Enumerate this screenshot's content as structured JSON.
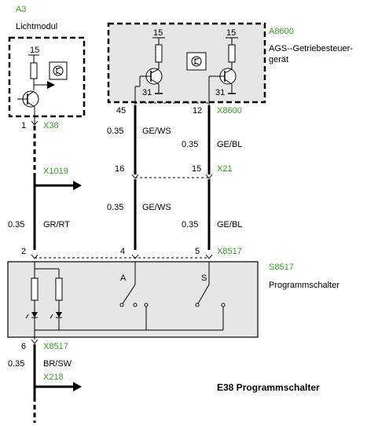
{
  "components": {
    "a3": {
      "id": "A3",
      "name": "Lichtmodul",
      "supply": "15"
    },
    "a8600": {
      "id": "A8600",
      "name_line1": "AGS--Getriebesteuer-",
      "name_line2": "gerät",
      "supply_left": "15",
      "supply_right": "15",
      "ground_left": "31",
      "ground_right": "31"
    },
    "s8517": {
      "id": "S8517",
      "name": "Programmschalter",
      "switch_a": "A",
      "switch_s": "S"
    }
  },
  "pins": {
    "a3_out": "1",
    "a8600_left": "45",
    "a8600_right": "12",
    "x21_left": "16",
    "x21_right": "15",
    "s8517_left": "2",
    "s8517_mid": "4",
    "s8517_right": "5",
    "s8517_out": "6"
  },
  "connectors": {
    "x38": "X38",
    "x1019": "X1019",
    "x8600": "X8600",
    "x21": "X21",
    "x8517_top": "X8517",
    "x8517_bottom": "X8517",
    "x218": "X218"
  },
  "wires": {
    "gewts_upper": {
      "size": "0.35",
      "color": "GE/WS"
    },
    "gebl_upper": {
      "size": "0.35",
      "color": "GE/BL"
    },
    "gewts_lower": {
      "size": "0.35",
      "color": "GE/WS"
    },
    "gebl_lower": {
      "size": "0.35",
      "color": "GE/BL"
    },
    "grrt": {
      "size": "0.35",
      "color": "GR/RT"
    },
    "brsw": {
      "size": "0.35",
      "color": "BR/SW"
    }
  },
  "diagram_title": "E38 Programmschalter",
  "colors": {
    "connector_label": "#3a9a2a",
    "module_fill": "#e6e6e6",
    "wire": "#000000"
  }
}
